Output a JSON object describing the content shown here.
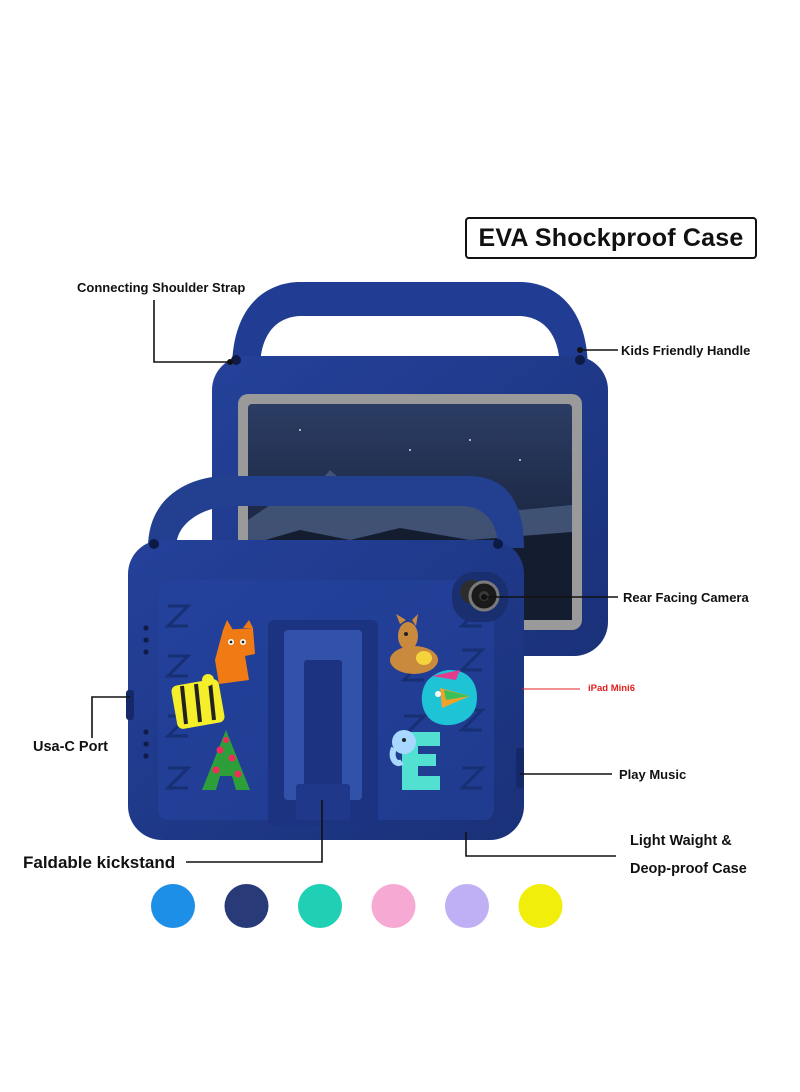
{
  "title": "EVA Shockproof Case",
  "callouts": {
    "shoulder_strap": "Connecting Shoulder Strap",
    "handle": "Kids Friendly Handle",
    "camera": "Rear Facing Camera",
    "model": "iPad Mini6",
    "usb_port": "Usa-C Port",
    "play_music": "Play Music",
    "kickstand": "Faldable kickstand",
    "light_weight_line1": "Light Waight &",
    "light_weight_line2": "Deop-proof Case"
  },
  "case_color": "#1f3a8a",
  "color_options": [
    {
      "name": "sky-blue",
      "color": "#1e8fe6"
    },
    {
      "name": "navy",
      "color": "#283a78"
    },
    {
      "name": "turquoise",
      "color": "#1fd0b5"
    },
    {
      "name": "pink",
      "color": "#f6a9d3"
    },
    {
      "name": "lavender",
      "color": "#bfb0f5"
    },
    {
      "name": "yellow",
      "color": "#f0ee0a"
    }
  ]
}
